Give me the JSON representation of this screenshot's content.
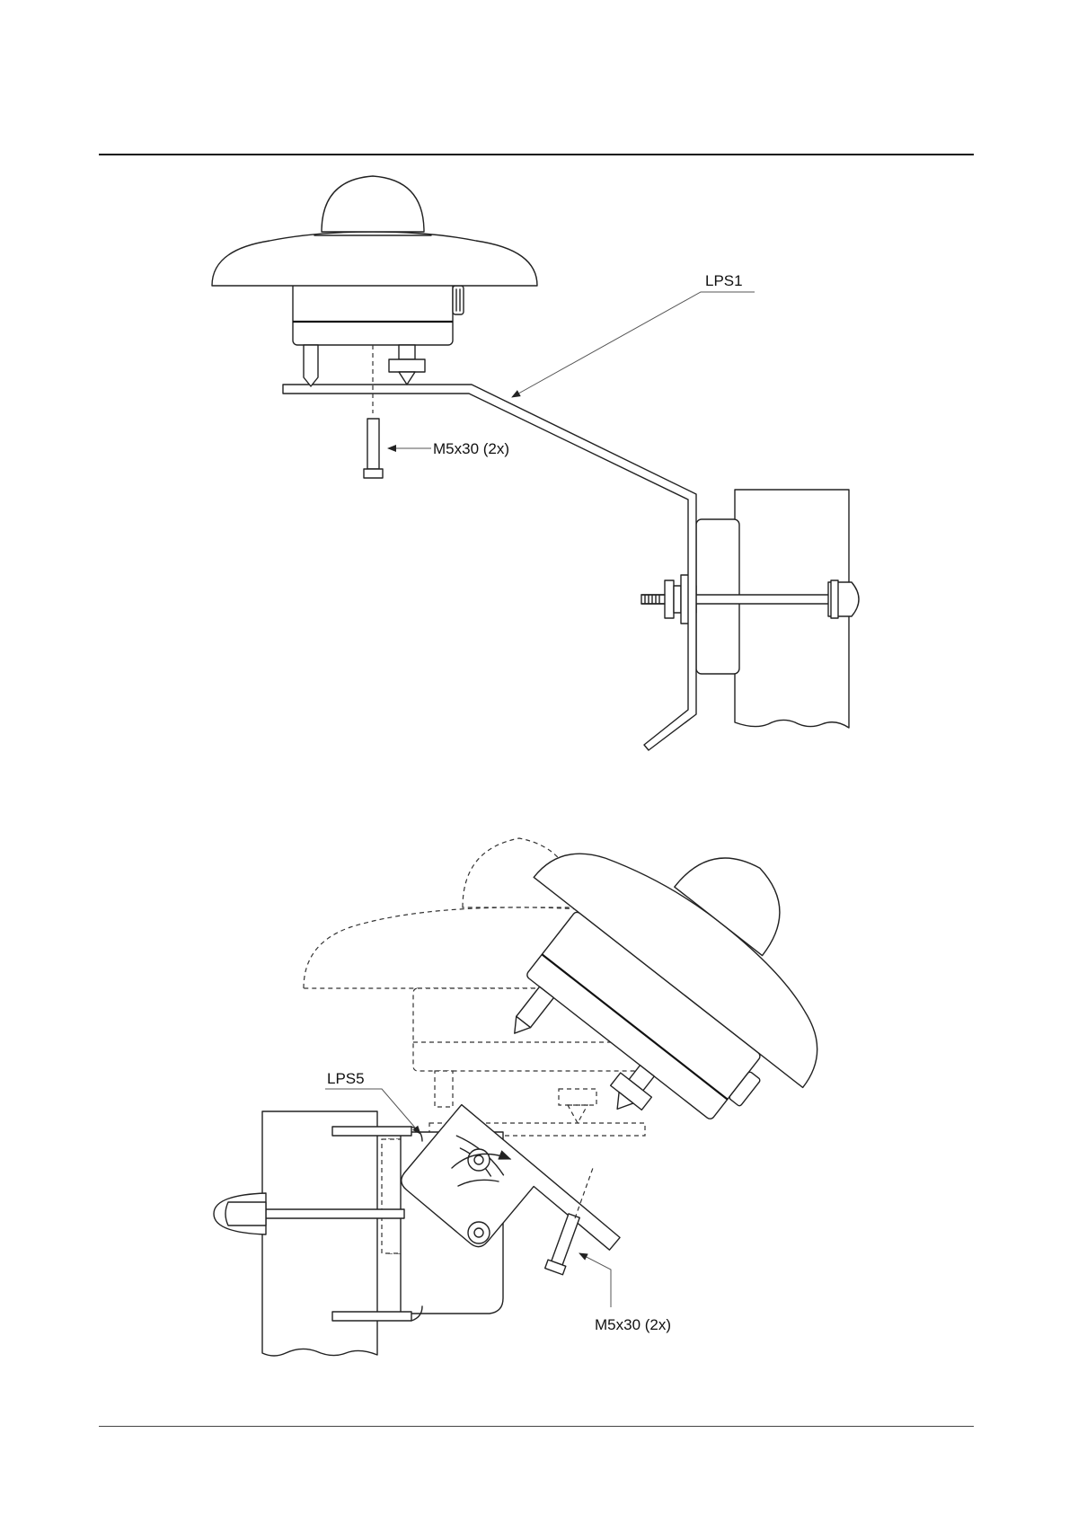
{
  "figure_top": {
    "bracket_label": "LPS1",
    "screw_label": "M5x30 (2x)"
  },
  "figure_bottom": {
    "bracket_label": "LPS5",
    "screw_label": "M5x30 (2x)"
  }
}
